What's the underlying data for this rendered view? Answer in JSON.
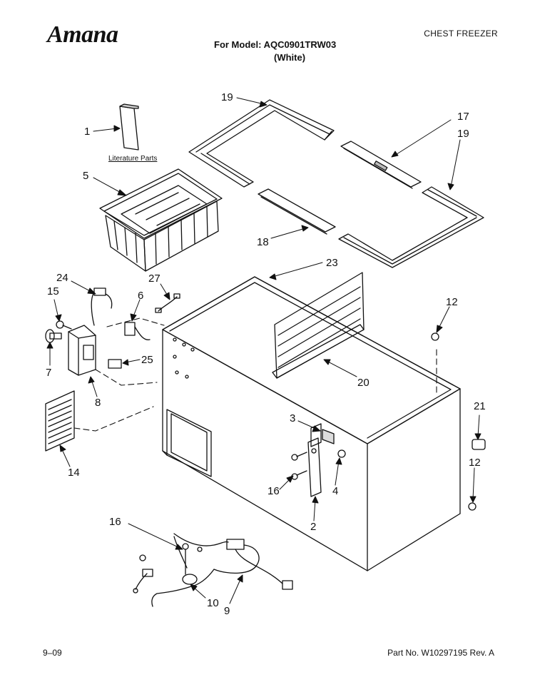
{
  "header": {
    "brand": "Amana",
    "model_line": "For Model: AQC0901TRW03",
    "color_line": "(White)",
    "category": "CHEST FREEZER"
  },
  "diagram": {
    "literature_label": "Literature Parts",
    "callouts": [
      "1",
      "5",
      "19",
      "17",
      "19",
      "18",
      "23",
      "24",
      "15",
      "27",
      "6",
      "12",
      "25",
      "7",
      "8",
      "20",
      "3",
      "21",
      "14",
      "16",
      "4",
      "2",
      "12",
      "16",
      "10",
      "9"
    ]
  },
  "footer": {
    "date": "9–09",
    "part_number": "Part No. W10297195 Rev. A"
  }
}
